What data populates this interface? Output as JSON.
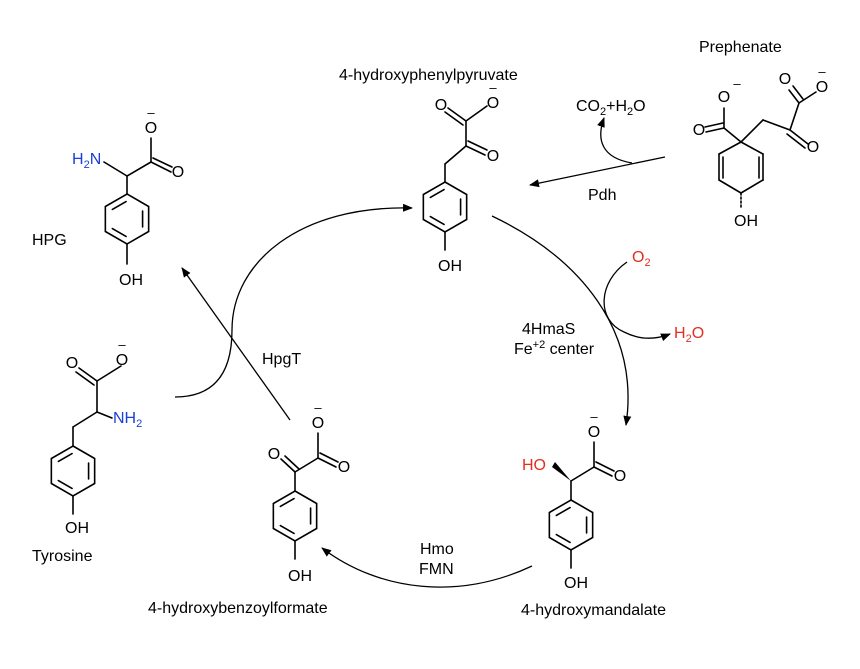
{
  "compounds": {
    "hpg": "HPG",
    "tyrosine": "Tyrosine",
    "hpp": "4-hydroxyphenylpyruvate",
    "prephenate": "Prephenate",
    "hmandelate": "4-hydroxymandalate",
    "hbf": "4-hydroxybenzoylformate"
  },
  "enzymes": {
    "pdh": "Pdh",
    "hmas": "4HmaS",
    "hmas_center_prefix": "Fe",
    "hmas_center_charge": "+2",
    "hmas_center_suffix": " center",
    "hmo": "Hmo",
    "hmo_cofactor": "FMN",
    "hpgt": "HpgT"
  },
  "cosubstrates": {
    "co2": "CO",
    "co2_sub": "2",
    "plus": "+",
    "h": "H",
    "h2o_sub": "2",
    "o": "O",
    "o2_o": "O",
    "o2_sub": "2",
    "h2o_h": "H",
    "h2o_sub2": "2",
    "h2o_o": "O"
  },
  "atoms": {
    "o": "O",
    "oh": "OH",
    "ho": "HO",
    "minus": "–",
    "h2n_h": "H",
    "h2n_sub": "2",
    "h2n_n": "N",
    "nh_n": "NH",
    "nh_sub": "2"
  },
  "colors": {
    "amine": "#1a3fd6",
    "oxygen_highlight": "#e0301e",
    "text": "#000000"
  }
}
